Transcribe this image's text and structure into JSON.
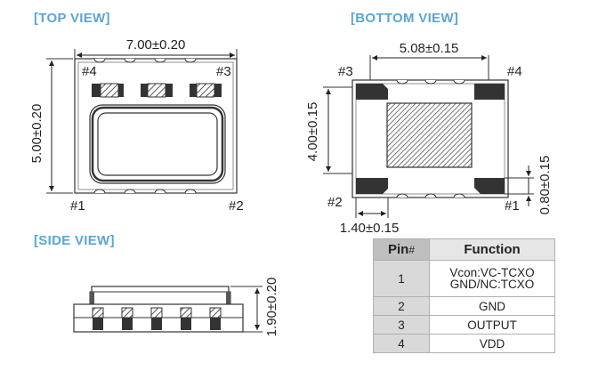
{
  "views": {
    "top": {
      "title": "[TOP VIEW]",
      "width_label": "7.00±0.20",
      "height_label": "5.00±0.20",
      "pins": [
        "#4",
        "#3",
        "#1",
        "#2"
      ]
    },
    "bottom": {
      "title": "[BOTTOM VIEW]",
      "pitch_label": "5.08±0.15",
      "height_label": "4.00±0.15",
      "pad_width_label": "1.40±0.15",
      "pad_height_label": "0.80±0.15",
      "pins": [
        "#3",
        "#4",
        "#2",
        "#1"
      ]
    },
    "side": {
      "title": "[SIDE VIEW]",
      "height_label": "1.90±0.20"
    }
  },
  "table": {
    "header_pin": "Pin",
    "header_pin_suffix": "#",
    "header_function": "Function",
    "rows": [
      {
        "pin": "1",
        "function_lines": [
          "Vcon:VC-TCXO",
          "GND/NC:TCXO"
        ]
      },
      {
        "pin": "2",
        "function_lines": [
          "GND"
        ]
      },
      {
        "pin": "3",
        "function_lines": [
          "OUTPUT"
        ]
      },
      {
        "pin": "4",
        "function_lines": [
          "VDD"
        ]
      }
    ]
  },
  "colors": {
    "title": "#5aa6d6",
    "outline": "#333333",
    "pad_fill": "#3a3a3a",
    "hatch": "#555555",
    "table_border": "#b0b0b0"
  }
}
